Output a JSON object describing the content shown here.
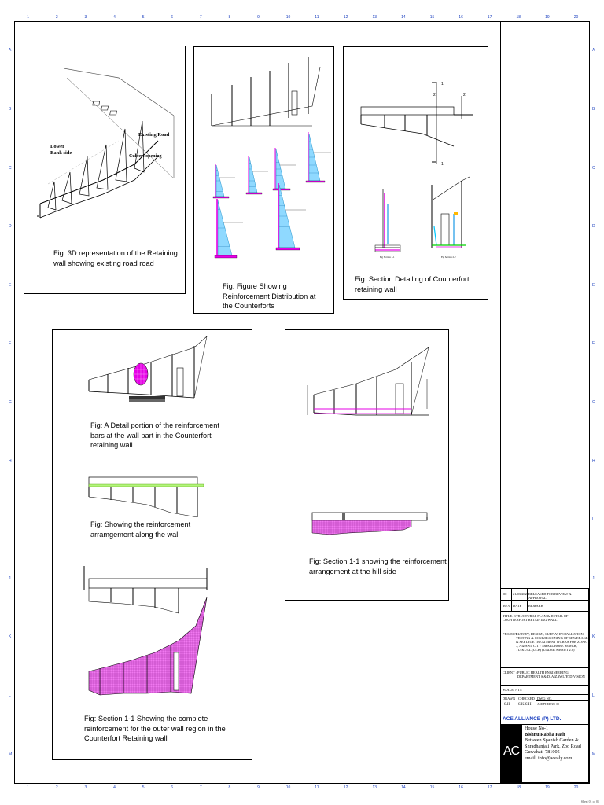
{
  "captions": {
    "fig1": "Fig: 3D representation of the Retaining wall showing existing road road",
    "fig2": "Fig: Figure Showing Reinforcement Distribution at the Counterforts",
    "fig3": "Fig: Section Detailing of Counterfort retaining wall",
    "fig4": "Fig: A Detail portion of the reinforcement bars at the wall part in the Counterfort retaining wall",
    "fig5": "Fig: Showing the reinforcement arramgement along the wall",
    "fig6": "Fig: Section 1-1 Showing the complete reinforcement for the outer wall region in the Counterfort Retaining wall",
    "fig7": "Fig: Section 1-1 showing the reinforcement arrangement at the hill side"
  },
  "fig1_labels": {
    "existing_road": "Existing Road",
    "lower_bank_side": "Lower Bank side",
    "culvert_opening": "Culvert opening"
  },
  "section_marks": [
    "1",
    "1",
    "2",
    "2"
  ],
  "title_block": {
    "rev_no": "00",
    "rev_date": "21/03/2023",
    "rev_remark": "RELEASED FOR REVIEW & APPROVAL",
    "rev_hdr": "REV",
    "date_hdr": "DATE",
    "remark_hdr": "REMARK",
    "title_label": "TITLE:",
    "title_value": "STRUCTURAL PLAN & DETAIL OF COUNTERFORT RETAINING WALL",
    "project_label": "PROJECT:",
    "project_value": "SURVEY, DESIGN, SUPPLY, INSTALLATION, TESTING & COMMISSIONING OF SEWERAGE & SEPTAGE TREATMENT WORKS FOR ZONE 7, AIZAWL CITY SMALL BORE SEWER, TUIKUAL (ULB) (UNDER AMRUT 2.0)",
    "client_label": "CLIENT :",
    "client_value": "PUBLIC HEALTH ENGINEERING DEPARTMENT S.& D. AIZAWL 'E' DIVISION",
    "scale": "SCALE: NTS",
    "drawn_label": "DRAWN",
    "drawn_value": "S.H",
    "checked_label": "CHECKED",
    "checked_value": "S.K.S.H",
    "dwg_label": "DWG NO.",
    "dwg_value": "ACE/PHED/ZC-02",
    "company": "ACE ALLIANCE (P) LTD.",
    "logo": "AC",
    "addr_house": "House No-1",
    "addr_path": "Bishnu Rabha Path",
    "addr_between": "Between Spanish Garden & Shradhanjali Park, Zoo Road",
    "addr_city": "Guwahati-781005",
    "addr_email": "email: info@acealy.com"
  },
  "rulers": {
    "numbers": [
      "1",
      "2",
      "3",
      "4",
      "5",
      "6",
      "7",
      "8",
      "9",
      "10",
      "11",
      "12",
      "13",
      "14",
      "15",
      "16",
      "17",
      "18",
      "19",
      "20"
    ],
    "letters": [
      "A",
      "B",
      "C",
      "D",
      "E",
      "F",
      "G",
      "H",
      "I",
      "J",
      "K",
      "L",
      "M"
    ]
  },
  "page_ref": "Sheet 01 of 01"
}
